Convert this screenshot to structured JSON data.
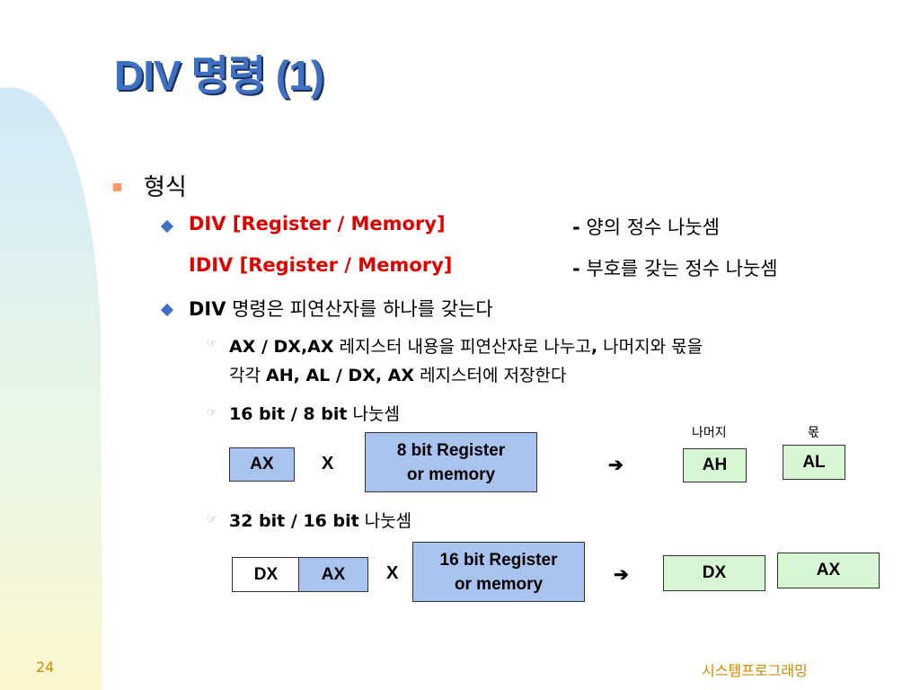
{
  "title": "DIV 명령 (1)",
  "level1": {
    "label": "형식"
  },
  "syntax": {
    "div_code": "DIV [Register / Memory]",
    "div_desc_dash": "-",
    "div_desc": "양의 정수 나눗셈",
    "idiv_code": "IDIV [Register / Memory]",
    "idiv_desc_dash": "-",
    "idiv_desc": "부호를 갖는 정수 나눗셈"
  },
  "operand_line": {
    "bold": "DIV",
    "rest": " 명령은 피연산자를 하나를 갖는다"
  },
  "detail": {
    "line1_a": "AX / DX,AX",
    "line1_b": " 레지스터 내용을 피연산자로 나누고",
    "line1_c": ",",
    "line1_d": " 나머지와 몫을",
    "line2_a": "각각 ",
    "line2_b": "AH, AL / DX, AX",
    "line2_c": " 레지스터에 저장한다"
  },
  "case16": {
    "title_bold": "16 bit / 8 bit",
    "title_rest": " 나눗셈",
    "dividend": "AX",
    "op": "X",
    "divisor": "8 bit Register\nor memory",
    "arrow": "➔",
    "remainder_label": "나머지",
    "quotient_label": "몫",
    "remainder_reg": "AH",
    "quotient_reg": "AL"
  },
  "case32": {
    "title_bold": "32 bit / 16 bit",
    "title_rest": " 나눗셈",
    "dividend_hi": "DX",
    "dividend_lo": "AX",
    "op": "X",
    "divisor": "16 bit Register\nor memory",
    "arrow": "➔",
    "remainder_reg": "DX",
    "quotient_reg": "AX"
  },
  "footer": {
    "page": "24",
    "course": "시스템프로그래밍"
  },
  "colors": {
    "title": "#3d6fc2",
    "red_text": "#e00000",
    "box_blue": "#a8c3ee",
    "box_green": "#d6f5d2",
    "footer": "#d08a00",
    "bullet_square": "#ff9a66"
  }
}
